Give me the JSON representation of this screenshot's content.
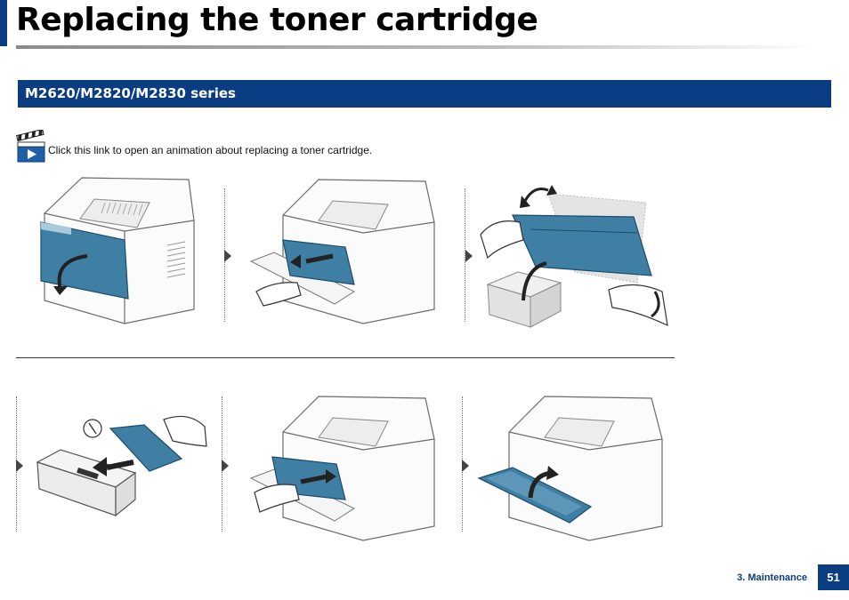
{
  "page": {
    "title": "Replacing the toner cartridge",
    "section_title": "M2620/M2820/M2830 series",
    "animation_link_text": "Click this link to open an animation about replacing a toner cartridge.",
    "footer_section": "3. Maintenance",
    "page_number": "51"
  },
  "colors": {
    "brand_blue": "#0b3d82",
    "toner_blue": "#3f7fa3"
  },
  "icons": {
    "animation": "clapperboard-play-icon"
  }
}
